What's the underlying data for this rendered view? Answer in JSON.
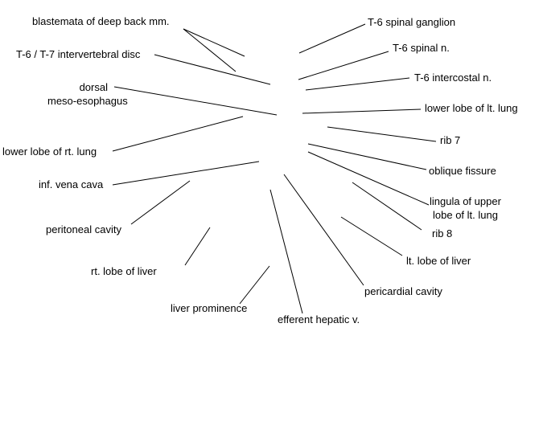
{
  "labels": {
    "blastemata": "blastemata of deep back mm.",
    "intervertebral_disc": "T-6 / T-7 intervertebral disc",
    "dorsal_meso_esophagus_line1": "dorsal",
    "dorsal_meso_esophagus_line2": "meso-esophagus",
    "lower_lobe_rt_lung": "lower lobe of rt. lung",
    "inf_vena_cava": "inf. vena cava",
    "peritoneal_cavity": "peritoneal cavity",
    "rt_lobe_liver": "rt. lobe of liver",
    "liver_prominence": "liver prominence",
    "efferent_hepatic_v": "efferent hepatic v.",
    "pericardial_cavity": "pericardial cavity",
    "lt_lobe_liver": "lt. lobe of liver",
    "rib_8": "rib 8",
    "lingula_line1": "lingula of upper",
    "lingula_line2": "lobe of lt. lung",
    "oblique_fissure": "oblique fissure",
    "rib_7": "rib 7",
    "lower_lobe_lt_lung": "lower lobe of lt. lung",
    "t6_intercostal_n": "T-6 intercostal n.",
    "t6_spinal_n": "T-6 spinal n.",
    "t6_spinal_ganglion": "T-6 spinal ganglion"
  }
}
